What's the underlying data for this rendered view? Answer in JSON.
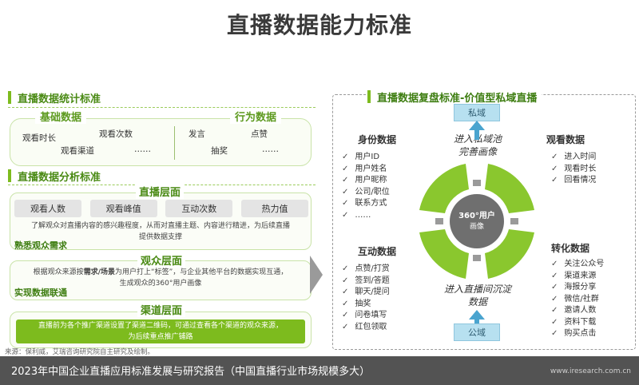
{
  "title": "直播数据能力标准",
  "left": {
    "stat_title": "直播数据统计标准",
    "basic_title": "基础数据",
    "behavior_title": "行为数据",
    "basic": [
      "观看时长",
      "观看次数",
      "观看渠道",
      "……"
    ],
    "behavior": [
      "发言",
      "点赞",
      "抽奖",
      "……"
    ],
    "analysis_title": "直播数据分析标准",
    "live_layer": {
      "title": "直播层面",
      "pills": [
        "观看人数",
        "观看峰值",
        "互动次数",
        "热力值"
      ],
      "desc_line1": "了解观众对直播内容的感兴趣程度，从而对直播主题、内容进行精进，为后续直播",
      "desc_line2": "提供数据支撑",
      "need": "熟悉观众需求"
    },
    "audience_layer": {
      "title": "观众层面",
      "desc_line1_a": "根据观众来源按",
      "desc_line1_b": "需求/场景",
      "desc_line1_c": "为用户打上“标签”，与企业其他平台的数据实现互通，",
      "desc_line2": "生成观众的360°用户画像",
      "need": "实现数据联通"
    },
    "channel_layer": {
      "title": "渠道层面",
      "desc_line1": "直播前为各个推广渠道设置了渠道二维码，可通过查看各个渠道的观众来源，",
      "desc_line2": "为后续重点推广铺路"
    }
  },
  "right": {
    "title": "直播数据复盘标准-价值型私域直播",
    "private_domain": "私域",
    "public_domain": "公域",
    "top_text": [
      "进入私域池",
      "完善画像"
    ],
    "bottom_text": [
      "进入直播间沉淀",
      "数据"
    ],
    "center": [
      "360°用户",
      "画像"
    ],
    "identity": {
      "title": "身份数据",
      "items": [
        "用户ID",
        "用户姓名",
        "用户昵称",
        "公司/职位",
        "联系方式",
        "……"
      ]
    },
    "watch": {
      "title": "观看数据",
      "items": [
        "进入时间",
        "观看时长",
        "回看情况"
      ]
    },
    "interaction": {
      "title": "互动数据",
      "items": [
        "点赞/打赏",
        "签到/答题",
        "聊天/提问",
        "抽奖",
        "问卷填写",
        "红包领取"
      ]
    },
    "conversion": {
      "title": "转化数据",
      "items": [
        "关注公众号",
        "渠道来源",
        "海报分享",
        "微信/社群",
        "邀请人数",
        "资料下载",
        "购买点击"
      ]
    },
    "check": "✓"
  },
  "source": "来源：保利威，艾瑞咨询研究院自主研究及绘制。",
  "footer": {
    "caption": "2023年中国企业直播应用标准发展与研究报告（中国直播行业市场规模多大）",
    "url": "www.iresearch.com.cn"
  },
  "colors": {
    "accent": "#7dbb1e",
    "dark_green": "#3d7d10",
    "domain_blue": "#b7e0f0",
    "ring_gray": "#6f6f6f"
  }
}
